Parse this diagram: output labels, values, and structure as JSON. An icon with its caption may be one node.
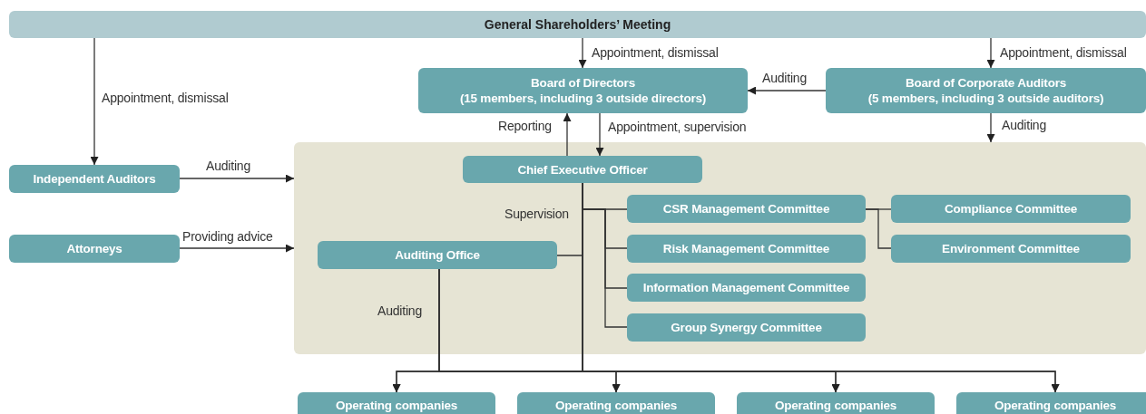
{
  "diagram": {
    "nodes": [
      {
        "text": [
          "General Shareholders’ Meeting"
        ]
      },
      {
        "text": [
          "Board of Directors",
          "(15 members, including 3 outside directors)"
        ]
      },
      {
        "text": [
          "Board of Corporate Auditors",
          "(5 members, including 3 outside auditors)"
        ]
      },
      {
        "text": [],
        "shape": "box"
      },
      {
        "text": [
          "Independent Auditors"
        ]
      },
      {
        "text": [
          "Attorneys"
        ]
      },
      {
        "text": [
          "Chief Executive Officer"
        ],
        "in": 3
      },
      {
        "text": [
          "Auditing Office"
        ],
        "in": 3
      },
      {
        "text": [
          "CSR Management Committee"
        ],
        "in": 3
      },
      {
        "text": [
          "Risk Management Committee"
        ],
        "in": 3
      },
      {
        "text": [
          "Information Management Committee"
        ],
        "in": 3
      },
      {
        "text": [
          "Group Synergy Committee"
        ],
        "in": 3
      },
      {
        "text": [
          "Compliance Committee"
        ],
        "in": 3
      },
      {
        "text": [
          "Environment Committee"
        ],
        "in": 3
      },
      {
        "text": [
          "Operating companies"
        ]
      },
      {
        "text": [
          "Operating companies"
        ]
      },
      {
        "text": [
          "Operating companies"
        ]
      },
      {
        "text": [
          "Operating companies"
        ]
      }
    ],
    "edges": [
      {
        "from": 0,
        "to": 4,
        "arrow": "to",
        "label": "Appointment, dismissal"
      },
      {
        "from": 0,
        "to": 1,
        "arrow": "to",
        "label": "Appointment, dismissal"
      },
      {
        "from": 0,
        "to": 2,
        "arrow": "to",
        "label": "Appointment, dismissal"
      },
      {
        "from": 2,
        "to": 1,
        "arrow": "to",
        "label": "Auditing"
      },
      {
        "from": 2,
        "to": 3,
        "arrow": "to",
        "label": "Auditing"
      },
      {
        "from": 6,
        "to": 1,
        "arrow": "to",
        "label": "Reporting"
      },
      {
        "from": 1,
        "to": 6,
        "arrow": "to",
        "label": "Appointment, supervision"
      },
      {
        "from": 4,
        "to": 3,
        "arrow": "to",
        "label": "Auditing"
      },
      {
        "from": 5,
        "to": 3,
        "arrow": "to",
        "label": "Providing advice"
      },
      {
        "from": 6,
        "to": 7,
        "arrow": "none"
      },
      {
        "from": 6,
        "to": 8,
        "arrow": "none"
      },
      {
        "from": 6,
        "to": 9,
        "arrow": "none"
      },
      {
        "from": 6,
        "to": 10,
        "arrow": "none"
      },
      {
        "from": 6,
        "to": 11,
        "arrow": "none"
      },
      {
        "from": 6,
        "to": 14,
        "arrow": "to"
      },
      {
        "from": 6,
        "to": 15,
        "arrow": "to"
      },
      {
        "from": 6,
        "to": 16,
        "arrow": "to"
      },
      {
        "from": 6,
        "to": 17,
        "arrow": "to"
      },
      {
        "from": 7,
        "to": 14,
        "arrow": "to",
        "label": "Auditing"
      },
      {
        "from": 7,
        "to": 15,
        "arrow": "to"
      },
      {
        "from": 7,
        "to": 16,
        "arrow": "to"
      },
      {
        "from": 7,
        "to": 17,
        "arrow": "to"
      },
      {
        "from": 8,
        "to": 12,
        "arrow": "none"
      },
      {
        "from": 8,
        "to": 13,
        "arrow": "none"
      }
    ],
    "labels": [
      "Supervision"
    ]
  }
}
